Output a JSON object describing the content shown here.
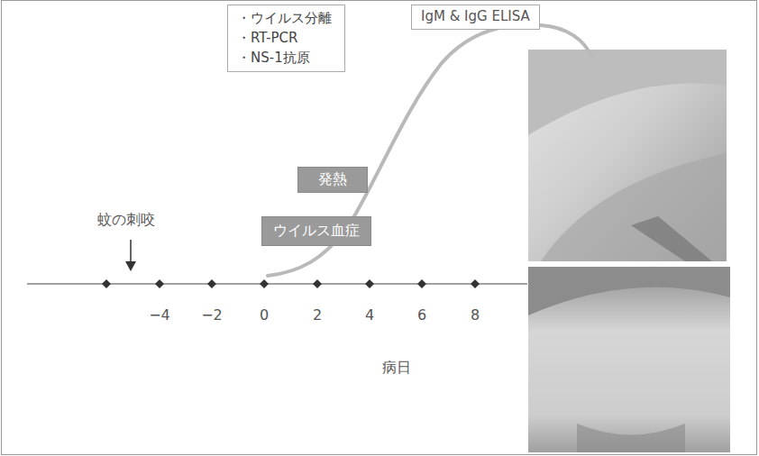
{
  "diagram": {
    "nodes": [
      {
        "text": [
          "・ウイルス分離",
          "・RT-PCR",
          "・NS-1抗原"
        ]
      },
      {
        "text": [
          "IgM & IgG ELISA"
        ]
      },
      {
        "text": [
          "発熱"
        ]
      },
      {
        "text": [
          "ウイルス血症"
        ]
      }
    ],
    "labels": [
      "蚊の刺咬",
      "−4",
      "−2",
      "0",
      "2",
      "4",
      "6",
      "8",
      "病日"
    ]
  }
}
